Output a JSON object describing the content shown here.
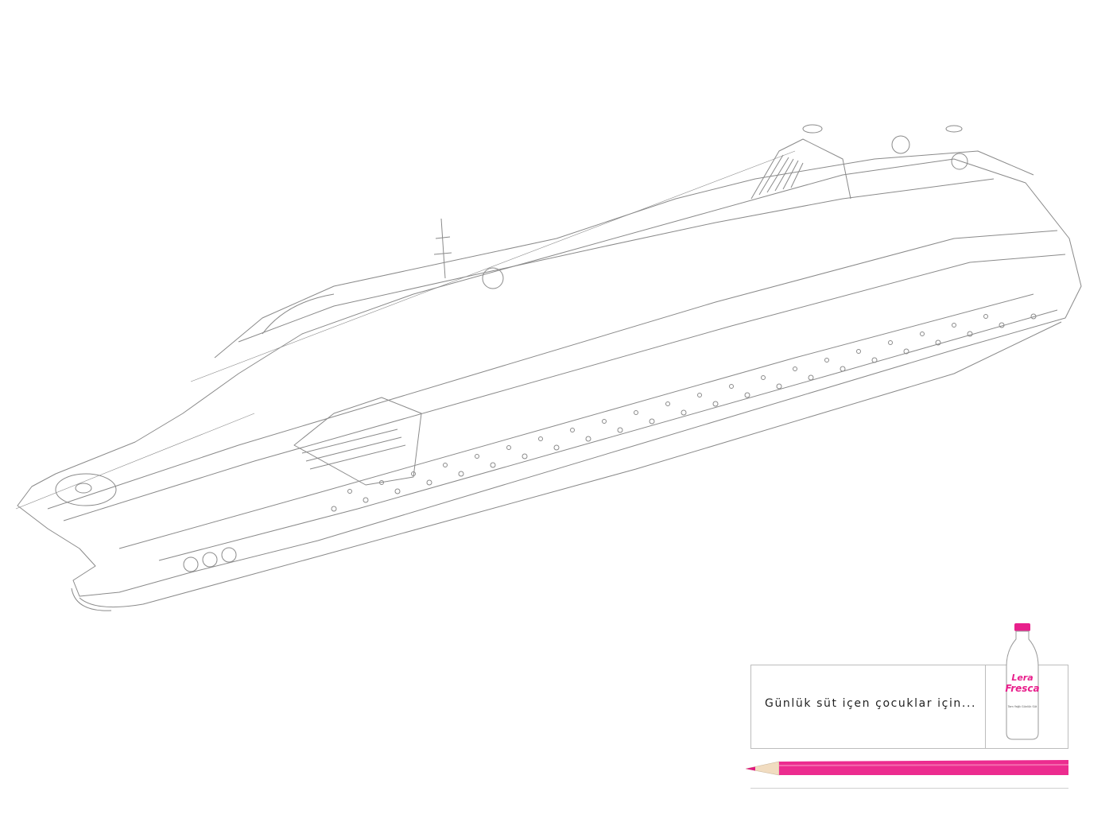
{
  "ad": {
    "tagline": "Günlük süt içen çocuklar için...",
    "brand_logo_line1": "Lera",
    "brand_logo_line2": "Fresca",
    "brand_subtitle": "Tam Yağlı Günlük Süt"
  },
  "colors": {
    "line_art": "#8a8a8a",
    "brand_pink": "#e8208c",
    "pencil_pink": "#ec2c8f",
    "box_border": "#bdbdbd"
  },
  "icons": {
    "ship_illustration": "cruise-ship-cutaway-drawing",
    "bottle": "milk-bottle-icon",
    "pencil": "pencil-icon"
  }
}
